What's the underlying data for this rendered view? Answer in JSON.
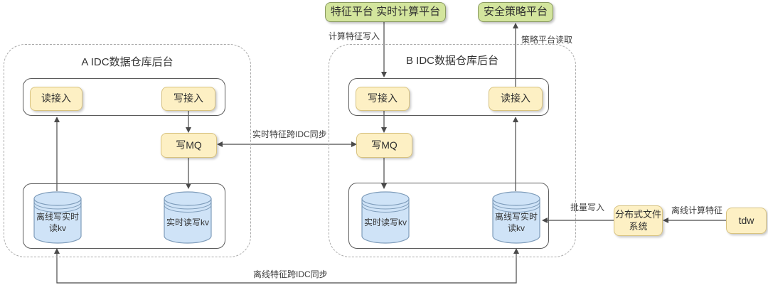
{
  "diagram": {
    "top_nodes": {
      "feature_platform": "特征平台 实时计算平台",
      "security_platform": "安全策略平台"
    },
    "containers": {
      "a": {
        "title": "A IDC数据仓库后台",
        "read_access": "读接入",
        "write_access": "写接入",
        "write_mq": "写MQ",
        "kv_offline_write_realtime_read": "离线写实时读kv",
        "kv_realtime_read_write": "实时读写kv"
      },
      "b": {
        "title": "B IDC数据仓库后台",
        "write_access": "写接入",
        "read_access": "读接入",
        "write_mq": "写MQ",
        "kv_realtime_read_write": "实时读写kv",
        "kv_offline_write_realtime_read": "离线写实时读kv"
      }
    },
    "right_nodes": {
      "distributed_file_system": "分布式文件系统",
      "tdw": "tdw"
    },
    "edge_labels": {
      "compute_feature_write": "计算特征写入",
      "policy_platform_read": "策略平台读取",
      "realtime_cross_idc_sync": "实时特征跨IDC同步",
      "offline_cross_idc_sync": "离线特征跨IDC同步",
      "batch_write": "批量写入",
      "offline_compute_feature": "离线计算特征"
    },
    "colors": {
      "green_fill": "#d3e59d",
      "green_border": "#8a9a62",
      "yellow_fill": "#fdf0c4",
      "yellow_border": "#d8c380",
      "cylinder_fill": "#cfe3f7",
      "cylinder_border": "#7e9cba",
      "line": "#4a4a4a"
    }
  }
}
